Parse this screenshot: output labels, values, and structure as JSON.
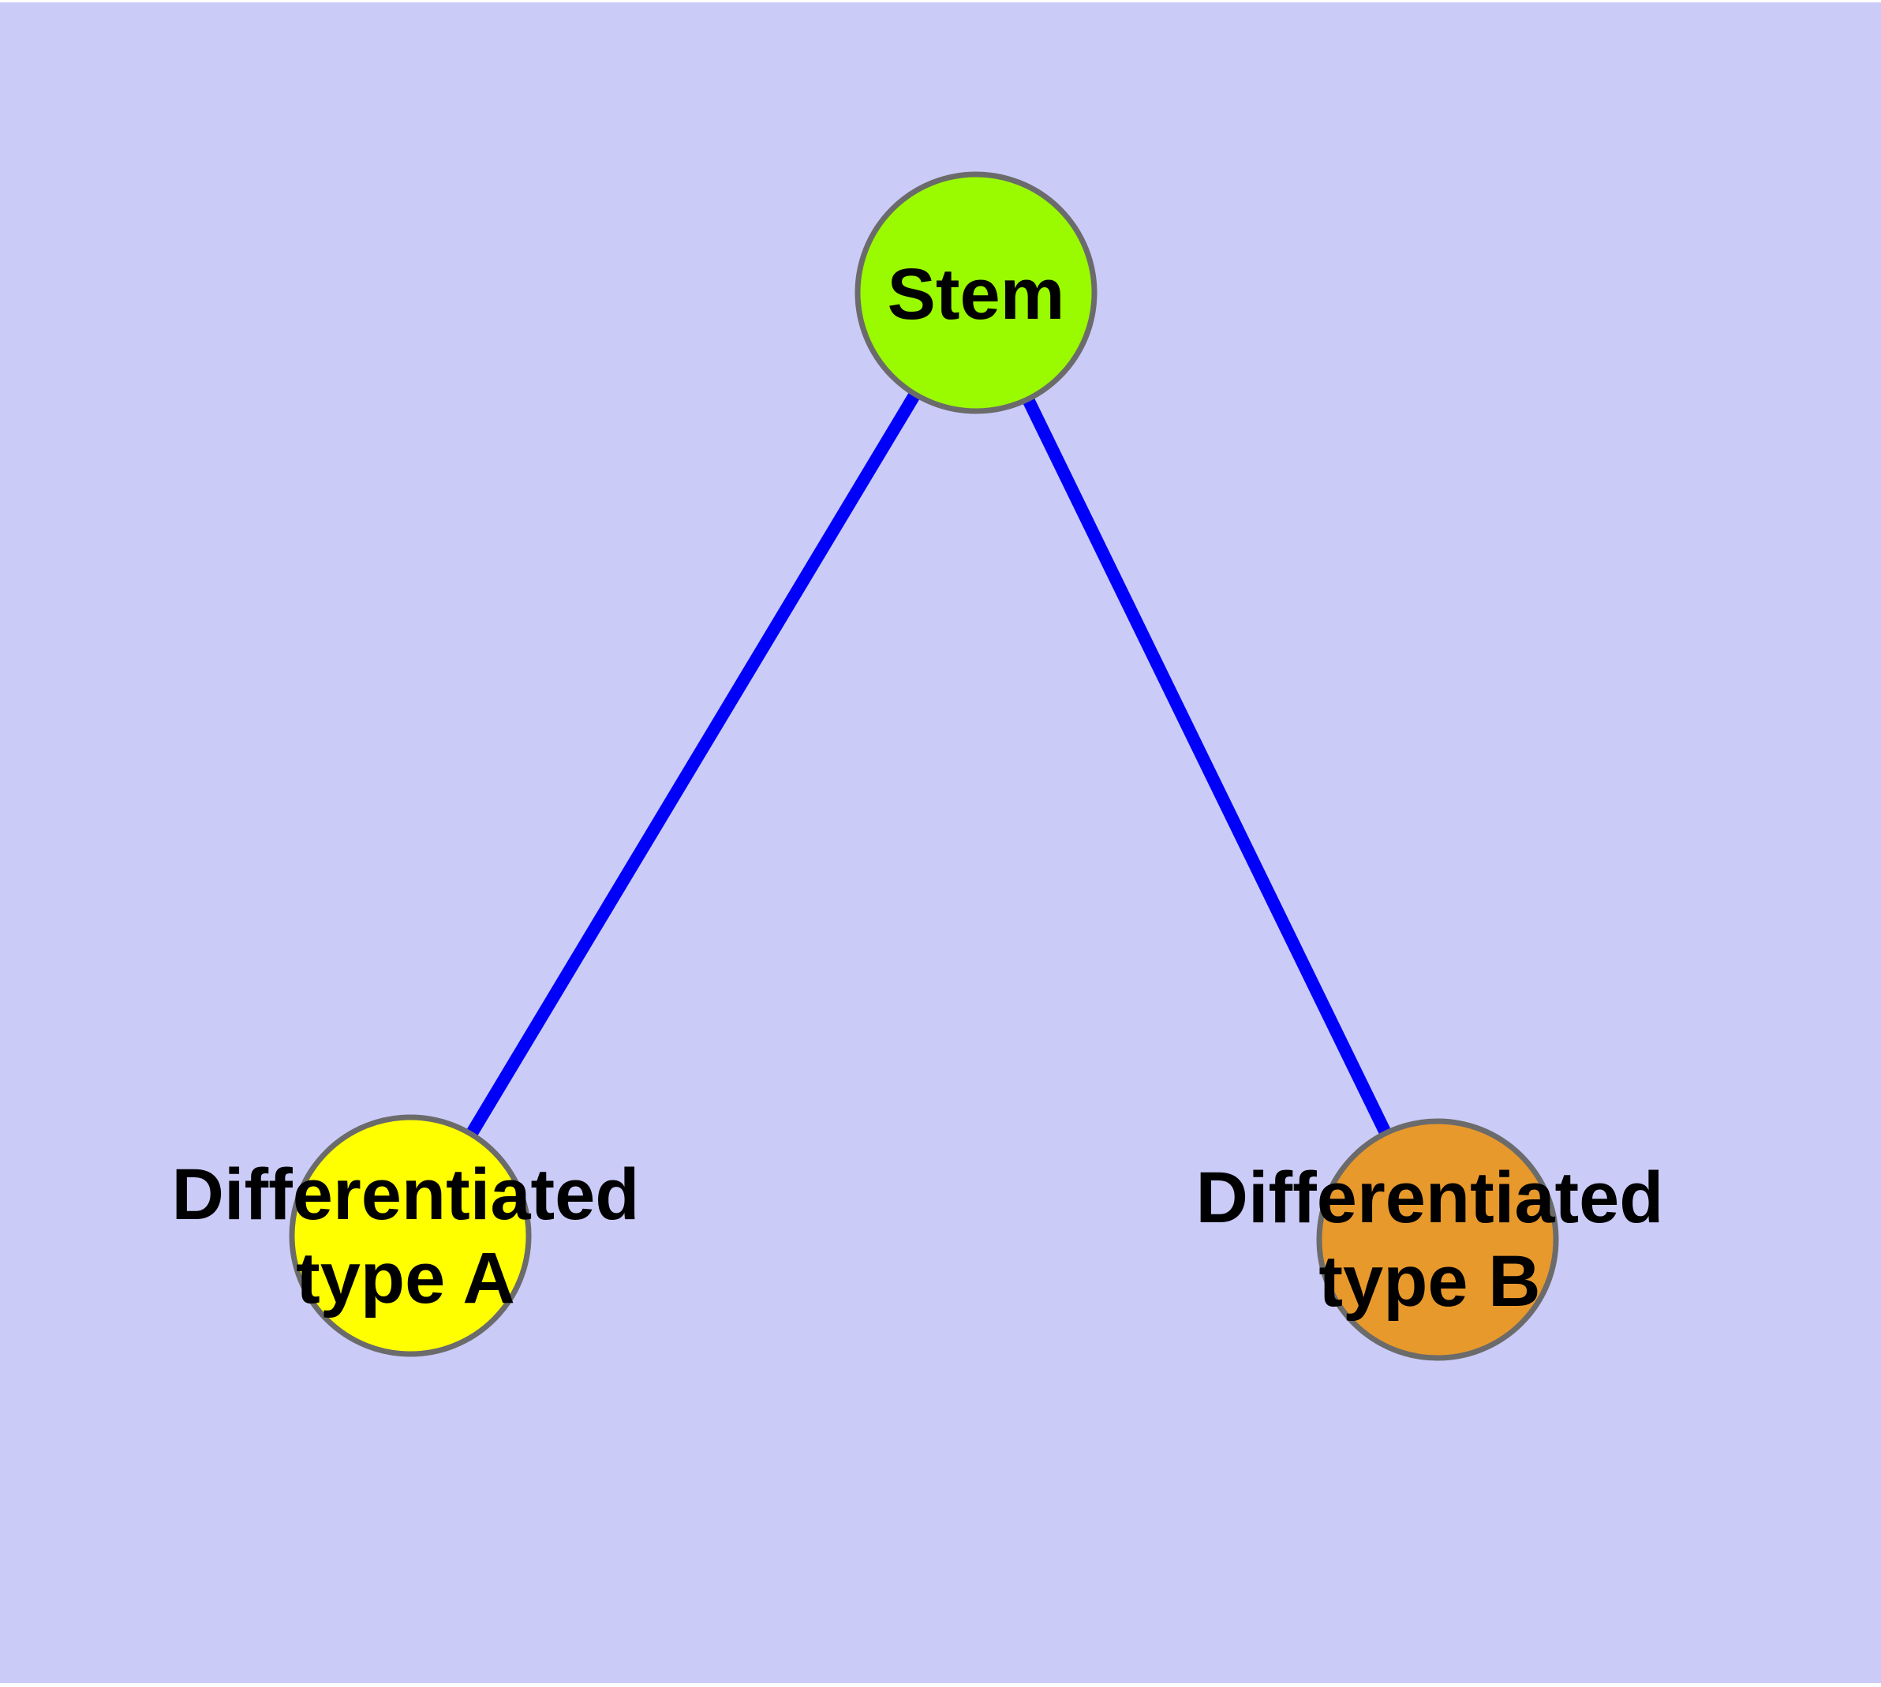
{
  "diagram": {
    "type": "node-link-graph",
    "title": "",
    "nodes": [
      {
        "id": "stem",
        "label": "Stem",
        "fill": "#9AFA00"
      },
      {
        "id": "differentiated-type-a",
        "label": "Differentiated\ntype A",
        "fill": "#FFFF00"
      },
      {
        "id": "differentiated-type-b",
        "label": "Differentiated\ntype B",
        "fill": "#E8992C"
      }
    ],
    "edges": [
      {
        "from": "Stem",
        "to": "Differentiated type A",
        "color": "#0000FA"
      },
      {
        "from": "Stem",
        "to": "Differentiated type B",
        "color": "#0000FA"
      }
    ],
    "colors": {
      "background": "#CBCBF8",
      "canvas_margin": "#FFFFFF",
      "node_border": "#6B6B6B",
      "edge": "#0000FA",
      "label_text": "#000000"
    }
  }
}
